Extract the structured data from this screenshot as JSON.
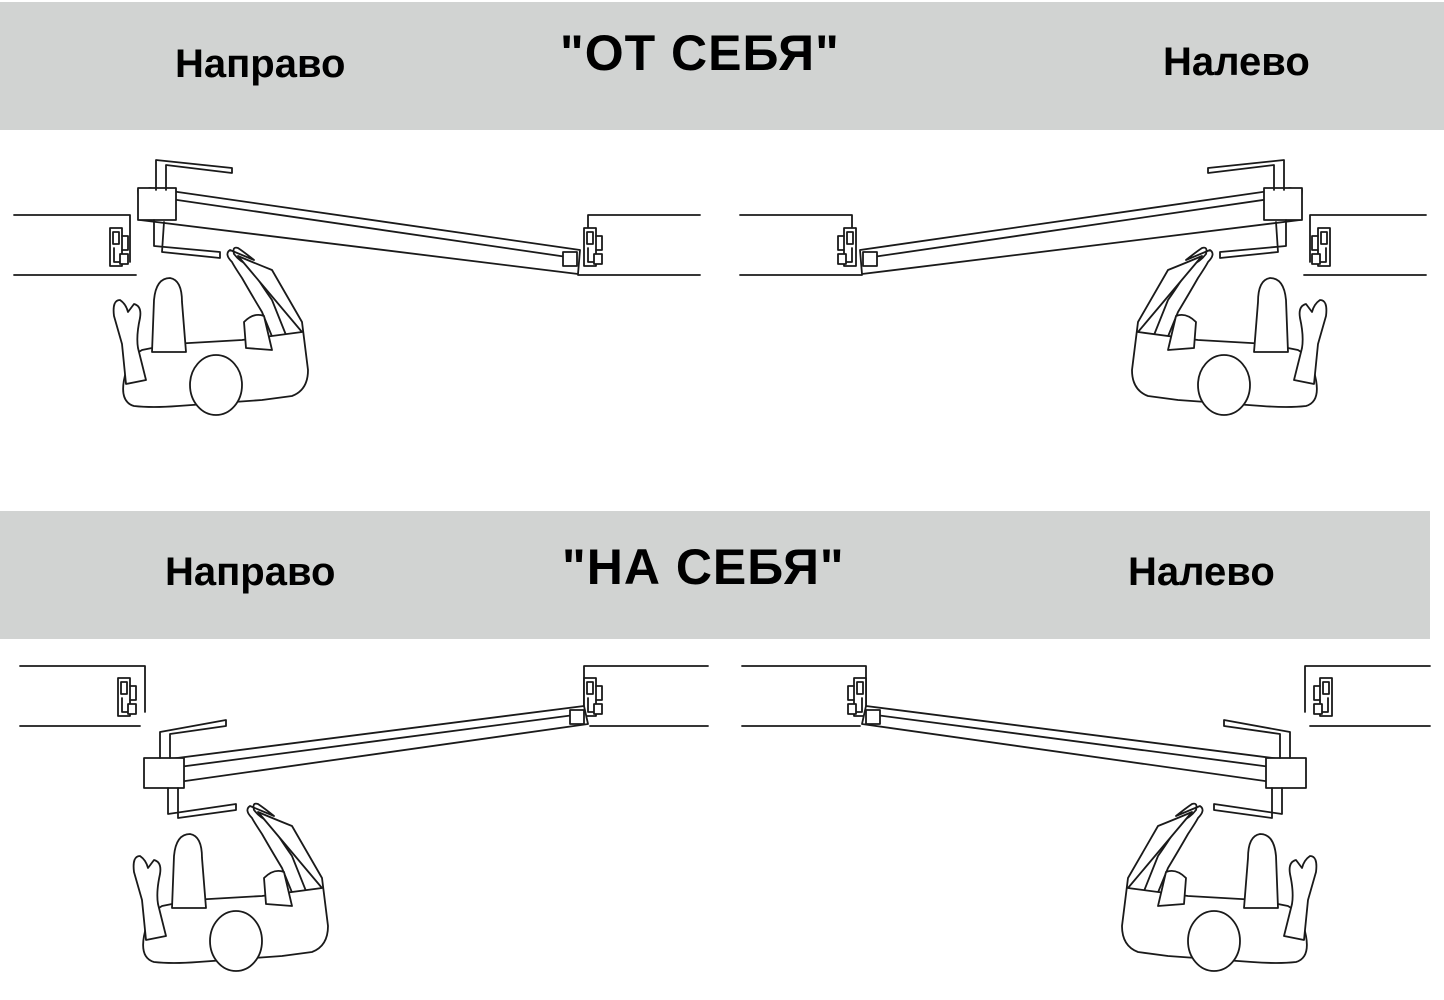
{
  "sections": [
    {
      "title": "\"ОТ СЕБЯ\"",
      "right_label": "Направо",
      "left_label": "Налево"
    },
    {
      "title": "\"НА СЕБЯ\"",
      "right_label": "Направо",
      "left_label": "Налево"
    }
  ],
  "colors": {
    "band": "#d1d3d2",
    "text": "#000000",
    "line": "#1a1a1a"
  }
}
